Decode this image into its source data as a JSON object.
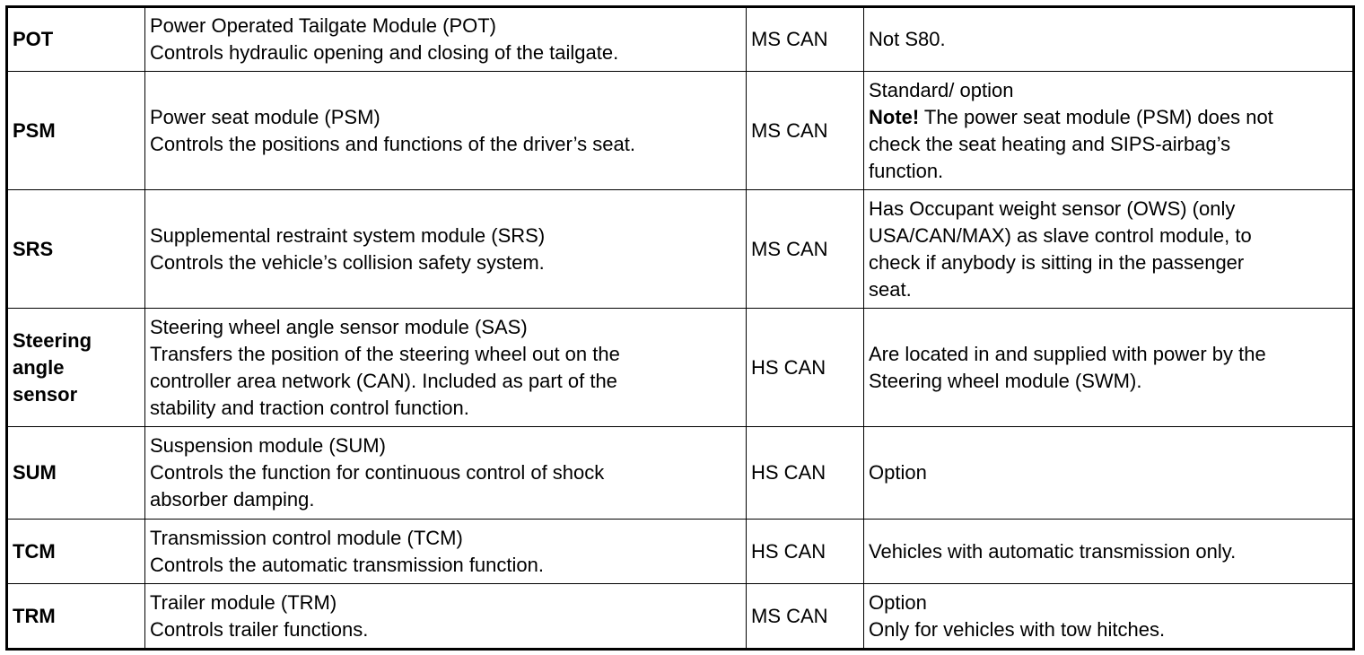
{
  "rows": [
    {
      "id": "POT",
      "desc": [
        "Power Operated Tailgate Module (POT)",
        "Controls hydraulic opening and closing of the tailgate."
      ],
      "bus": "MS CAN",
      "note": [
        "Not S80."
      ]
    },
    {
      "id": "PSM",
      "desc": [
        "Power seat module (PSM)",
        "Controls the positions and functions of the driver’s seat."
      ],
      "bus": "MS CAN",
      "note_first": "Standard/ option",
      "note_label": "Note!",
      "note_rest": [
        " The power seat module (PSM) does not",
        "check the seat heating and SIPS-airbag’s",
        "function."
      ]
    },
    {
      "id": "SRS",
      "desc": [
        "Supplemental restraint system module (SRS)",
        "Controls the vehicle’s collision safety system."
      ],
      "bus": "MS CAN",
      "note": [
        "Has Occupant weight sensor (OWS) (only",
        "USA/CAN/MAX) as slave control module, to",
        "check if anybody is sitting in the passenger",
        "seat."
      ]
    },
    {
      "id_lines": [
        "Steering",
        "angle",
        "sensor"
      ],
      "desc": [
        "Steering wheel angle sensor module (SAS)",
        "Transfers the position of the steering wheel out on the",
        "controller area network (CAN). Included as part of the",
        "stability and traction control function."
      ],
      "bus": "HS CAN",
      "note": [
        "Are located in and supplied with power by the",
        "Steering wheel module (SWM)."
      ]
    },
    {
      "id": "SUM",
      "desc": [
        "Suspension module (SUM)",
        "Controls the function for continuous control of shock",
        "absorber damping."
      ],
      "bus": "HS CAN",
      "note": [
        "Option"
      ]
    },
    {
      "id": "TCM",
      "desc": [
        "Transmission control module (TCM)",
        "Controls the automatic transmission function."
      ],
      "bus": "HS CAN",
      "note": [
        "Vehicles with automatic transmission only."
      ]
    },
    {
      "id": "TRM",
      "desc": [
        "Trailer module (TRM)",
        "Controls trailer functions."
      ],
      "bus": "MS CAN",
      "note": [
        "Option",
        "Only for vehicles with tow hitches."
      ]
    }
  ]
}
